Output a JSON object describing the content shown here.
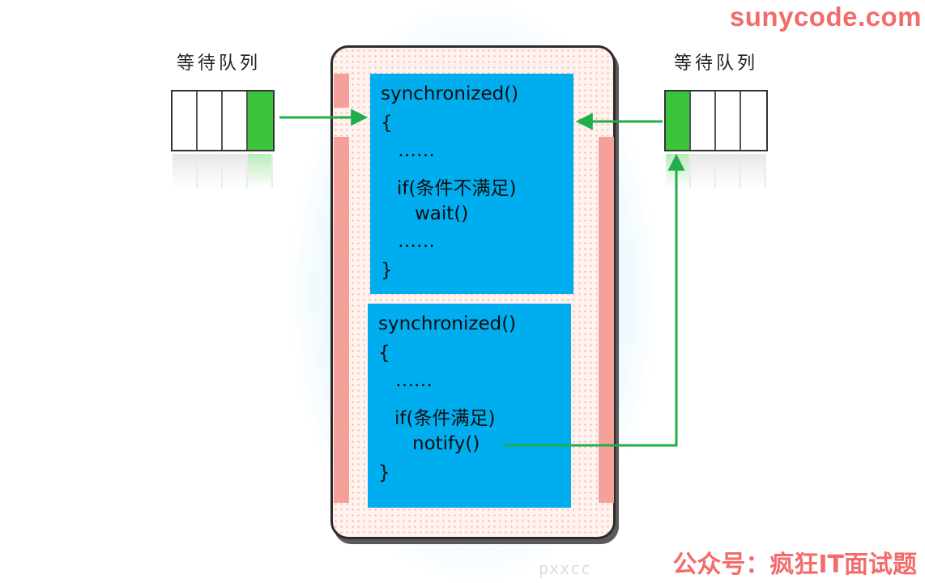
{
  "brand": "sunycode.com",
  "footer": "公众号：疯狂IT面试题",
  "watermark": "pxxcc",
  "left_queue": {
    "title": "等待队列"
  },
  "right_queue": {
    "title": "等待队列"
  },
  "top_block": {
    "lines": [
      "synchronized()",
      "{",
      "……",
      "if(条件不满足)",
      "wait()",
      "……",
      "}"
    ]
  },
  "bottom_block": {
    "lines": [
      "synchronized()",
      "{",
      "……",
      "if(条件满足)",
      "notify()",
      "}"
    ]
  },
  "colors": {
    "accent_green": "#3cc53c",
    "arrow_green": "#1fae4a",
    "code_bg": "#00aeef",
    "pink": "#f6a09a",
    "brand_red": "#f36c6c"
  }
}
